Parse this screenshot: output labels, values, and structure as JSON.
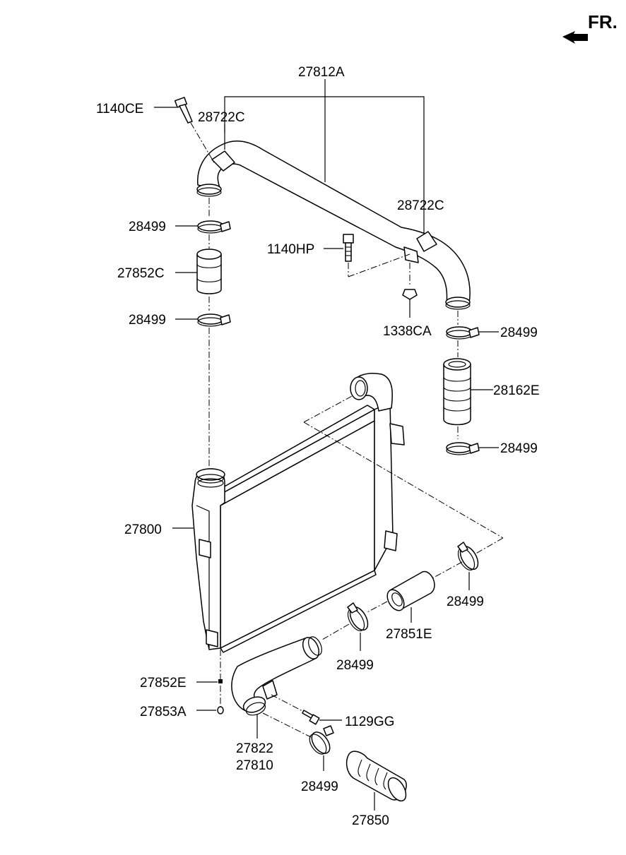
{
  "direction_marker": {
    "text": "FR.",
    "icon": "front-direction-arrow-icon"
  },
  "labels": {
    "l_27812A": "27812A",
    "l_1140CE": "1140CE",
    "l_28722C_top": "28722C",
    "l_28722C_right": "28722C",
    "l_28499_1": "28499",
    "l_1140HP": "1140HP",
    "l_27852C": "27852C",
    "l_28499_2": "28499",
    "l_1338CA": "1338CA",
    "l_28499_3": "28499",
    "l_28162E": "28162E",
    "l_28499_4": "28499",
    "l_27800": "27800",
    "l_28499_5": "28499",
    "l_27851E": "27851E",
    "l_28499_6": "28499",
    "l_27852E": "27852E",
    "l_27853A": "27853A",
    "l_1129GG": "1129GG",
    "l_27822": "27822",
    "l_27810": "27810",
    "l_28499_7": "28499",
    "l_27850": "27850"
  }
}
